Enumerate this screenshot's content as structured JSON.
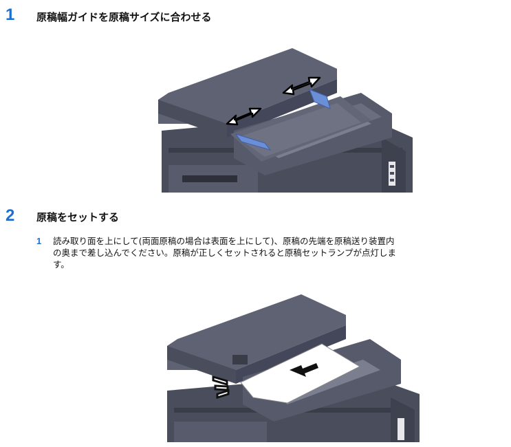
{
  "steps": [
    {
      "number": "1",
      "title": "原稿幅ガイドを原稿サイズに合わせる",
      "illustration_icon": "document-processor-guide-adjust-illustration"
    },
    {
      "number": "2",
      "title": "原稿をセットする",
      "substeps": [
        {
          "number": "1",
          "lines": [
            "読み取り面を上にして(両面原稿の場合は表面を上にして)、原稿の先端を原稿送り装置内",
            "の奥まで差し込んでください。原稿が正しくセットされると原稿セットランプが点灯しま",
            "す。"
          ]
        }
      ],
      "illustration_icon": "document-processor-insert-original-illustration"
    }
  ],
  "colors": {
    "accent": "#1f6fd1",
    "machine_dark": "#4a4d5c",
    "machine_mid": "#5e6272",
    "guide_blue": "#6b8fd6"
  }
}
